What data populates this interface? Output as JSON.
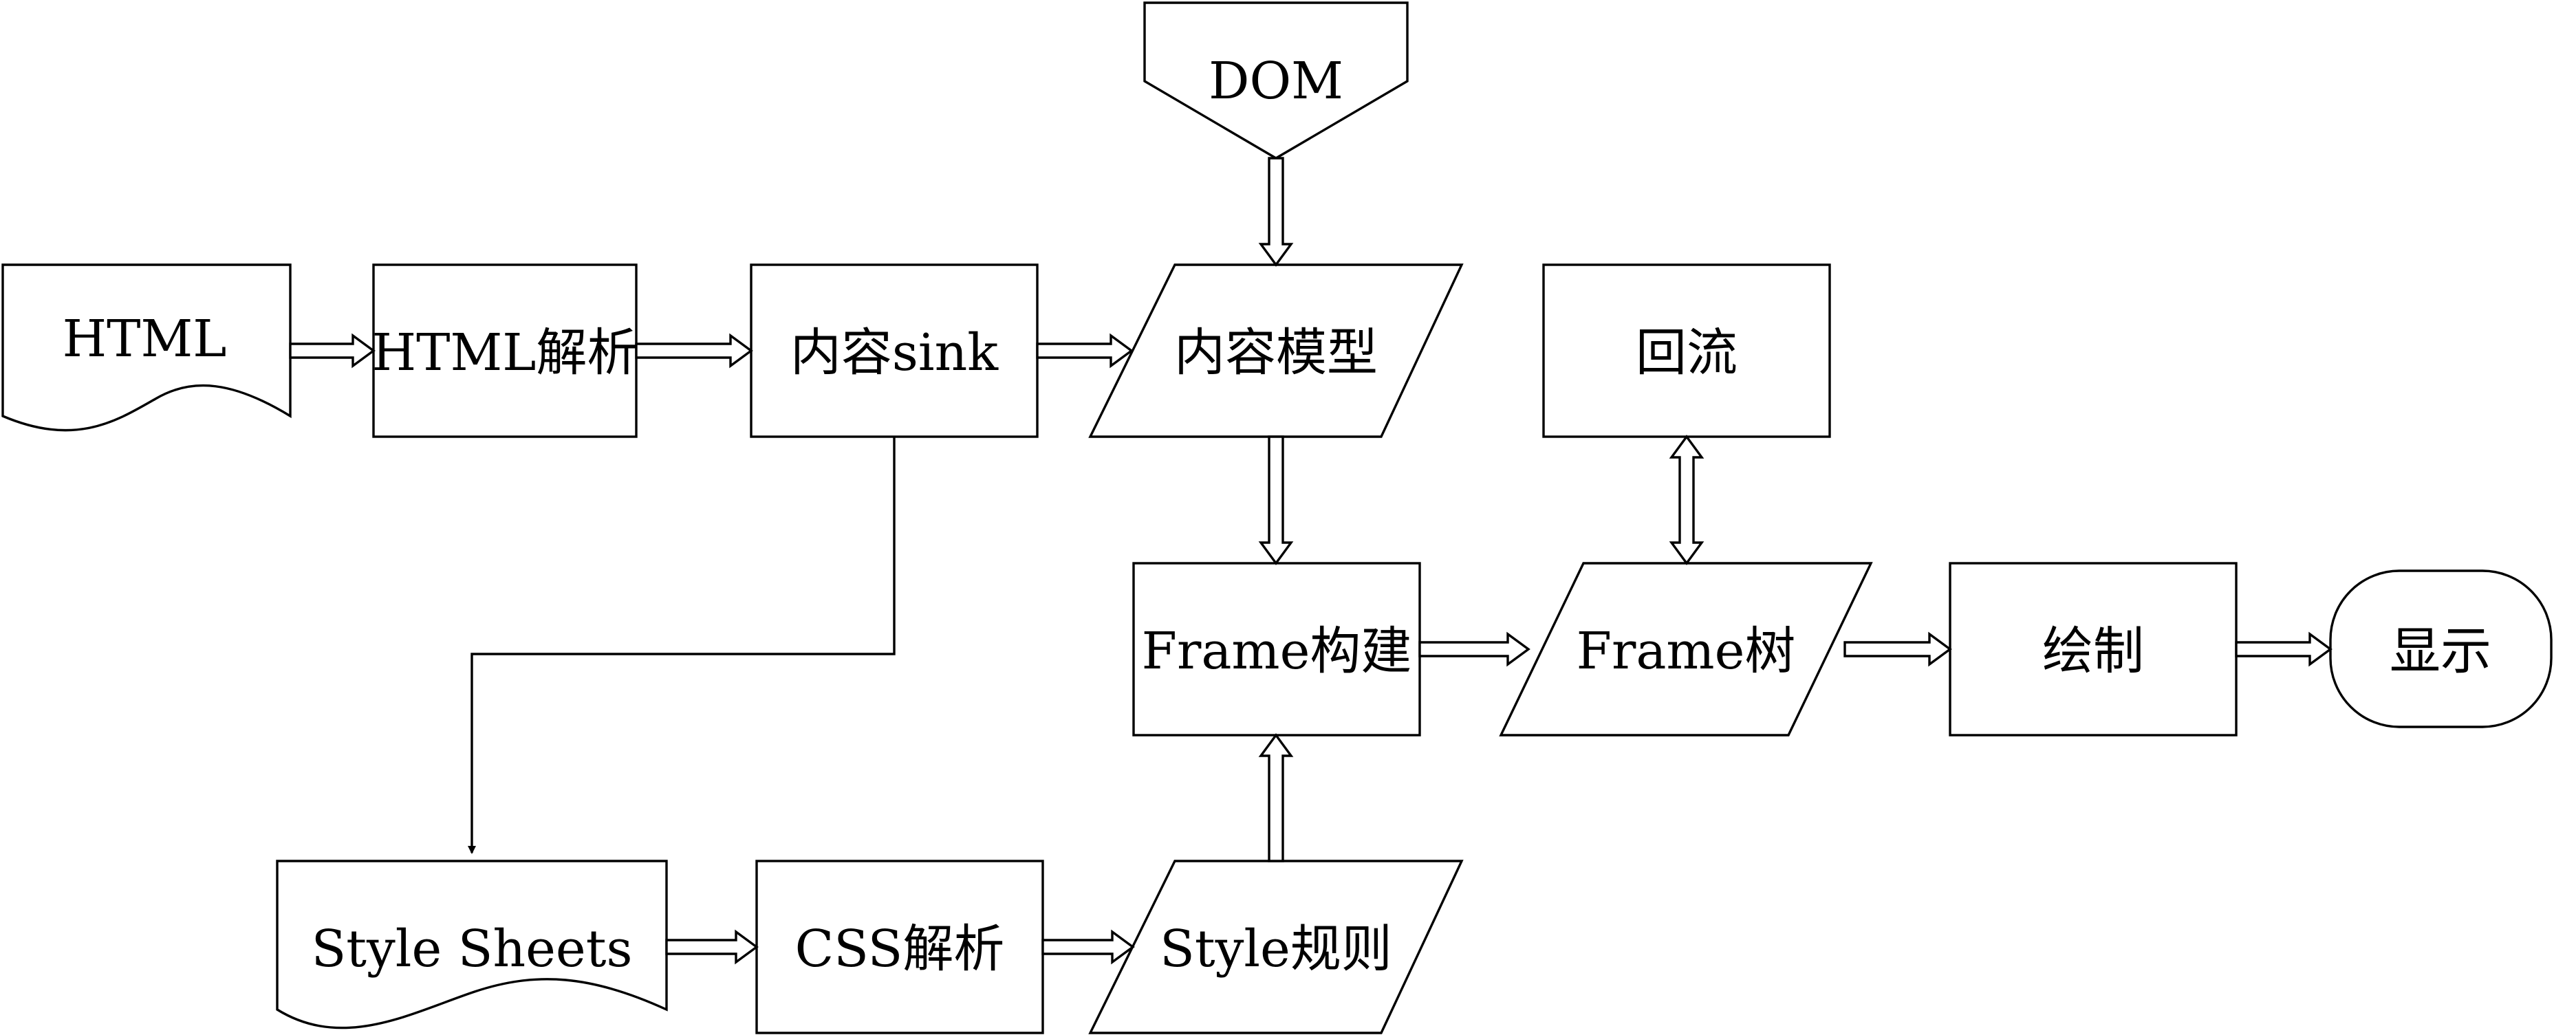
{
  "nodes": {
    "html": "HTML",
    "html_parse": "HTML解析",
    "content_sink": "内容sink",
    "content_model": "内容模型",
    "dom": "DOM",
    "reflow": "回流",
    "frame_build": "Frame构建",
    "frame_tree": "Frame树",
    "paint": "绘制",
    "display": "显示",
    "style_sheets": "Style Sheets",
    "css_parse": "CSS解析",
    "style_rules": "Style规则"
  }
}
